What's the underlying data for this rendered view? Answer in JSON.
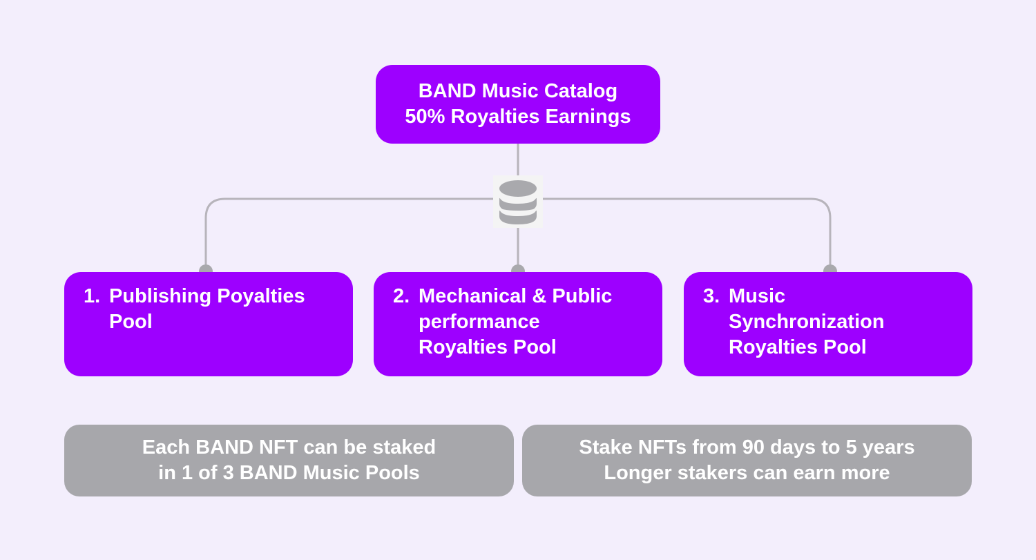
{
  "top": {
    "line1": "BAND Music Catalog",
    "line2": "50% Royalties Earnings"
  },
  "hub_icon": "database-icon",
  "pools": [
    {
      "number": "1.",
      "line1": "Publishing Poyalties",
      "line2": "Pool",
      "line3": ""
    },
    {
      "number": "2.",
      "line1": "Mechanical & Public",
      "line2": "performance",
      "line3": "Royalties Pool"
    },
    {
      "number": "3.",
      "line1": "Music",
      "line2": "Synchronization",
      "line3": "Royalties Pool"
    }
  ],
  "notes": [
    {
      "line1": "Each BAND NFT can be staked",
      "line2": "in 1 of 3 BAND Music Pools"
    },
    {
      "line1": "Stake NFTs from 90 days to 5 years",
      "line2": "Longer stakers can earn more"
    }
  ],
  "colors": {
    "background": "#f3eefc",
    "box_purple": "#9d00ff",
    "note_gray": "#a7a7ab",
    "connector": "#b7b4bb",
    "dot": "#a9a9ad"
  }
}
